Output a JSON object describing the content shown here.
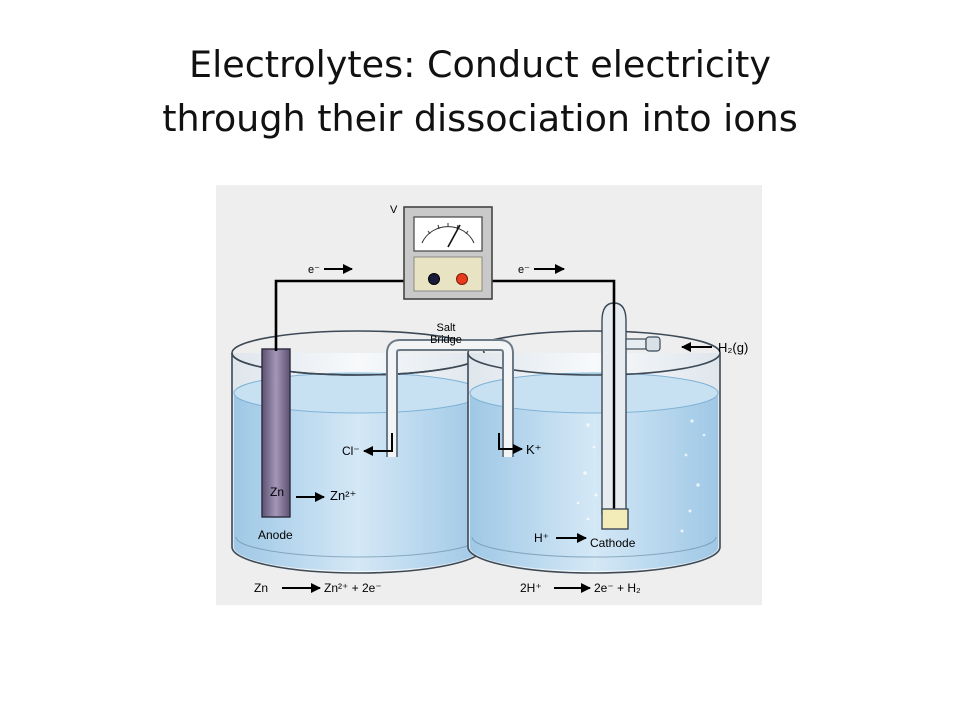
{
  "slide": {
    "title_line1": "Electrolytes: Conduct electricity",
    "title_line2": "through their dissociation into ions"
  },
  "diagram": {
    "voltmeter_label": "V",
    "electron_flow_left": "e⁻",
    "electron_flow_right": "e⁻",
    "salt_bridge_line1": "Salt",
    "salt_bridge_line2": "Bridge",
    "hydrogen_gas": "H₂(g)",
    "chloride_ion": "Cl⁻",
    "potassium_ion": "K⁺",
    "zinc_metal": "Zn",
    "zinc_ion": "Zn²⁺",
    "anode": "Anode",
    "hydrogen_ion": "H⁺",
    "cathode": "Cathode",
    "anode_eq_reactant": "Zn",
    "anode_eq_products": "Zn²⁺ +  2e⁻",
    "cathode_eq_reactant": "2H⁺",
    "cathode_eq_products": "2e⁻ + H₂"
  },
  "colors": {
    "background": "#ffffff",
    "diagram_bg": "#eeeeee",
    "solution": "#b9d8ee",
    "wire": "#000000",
    "electrode": "#7d7092",
    "negative_terminal": "#1a1a3a",
    "positive_terminal": "#e83a1c"
  }
}
